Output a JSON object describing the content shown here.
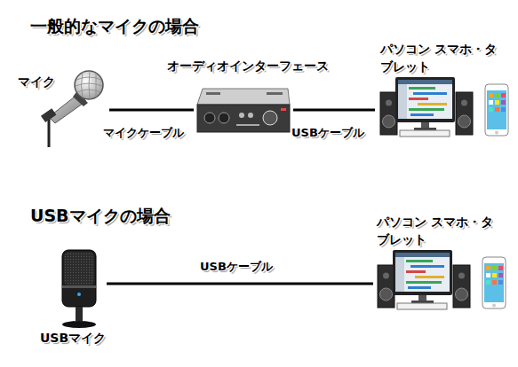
{
  "diagram": {
    "nodes": [
      {
        "text": [
          "マイク"
        ]
      },
      {
        "text": [
          "オーディオインターフェース"
        ]
      },
      {
        "text": [
          "パソコン スマホ・タブレット"
        ]
      },
      {
        "text": [
          "USBマイク"
        ]
      },
      {
        "text": [
          "パソコン スマホ・タブレット"
        ]
      }
    ],
    "edges": [
      {
        "from": 0,
        "to": 1,
        "label": "マイクケーブル",
        "arrow": "none"
      },
      {
        "from": 1,
        "to": 2,
        "label": "USBケーブル",
        "arrow": "none"
      },
      {
        "from": 3,
        "to": 4,
        "label": "USBケーブル",
        "arrow": "none"
      }
    ],
    "labels": [
      "一般的なマイクの場合",
      "USBマイクの場合"
    ]
  }
}
